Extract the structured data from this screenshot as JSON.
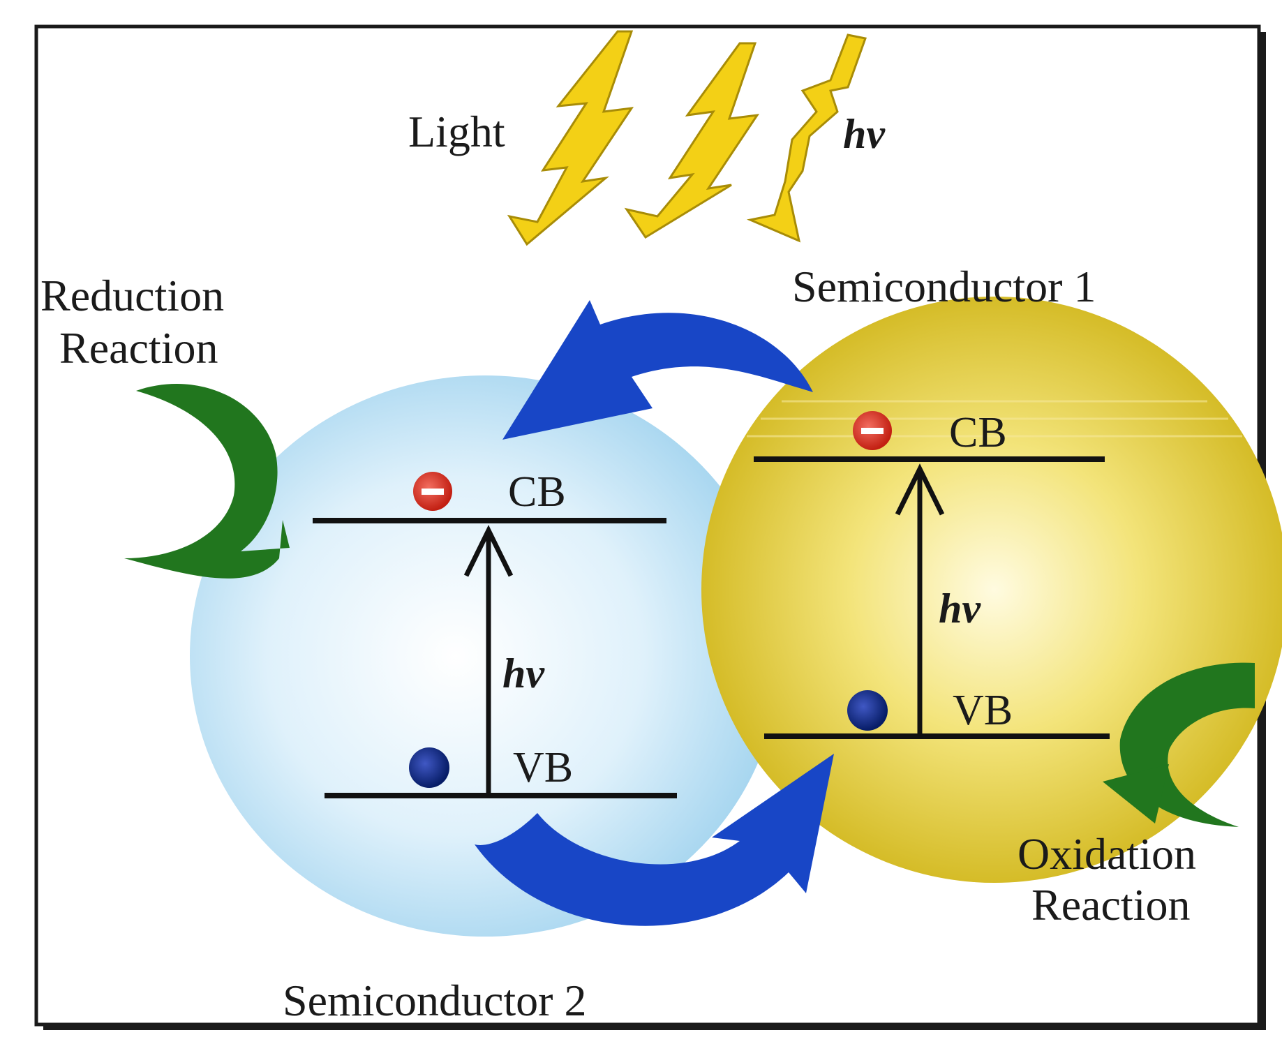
{
  "labels": {
    "light": "Light",
    "hv_top": "hv",
    "semiconductor_1": "Semiconductor 1",
    "semiconductor_2": "Semiconductor 2",
    "reduction_line1": "Reduction",
    "reduction_line2": "Reaction",
    "oxidation_line1": "Oxidation",
    "oxidation_line2": "Reaction"
  },
  "semiconductor_1": {
    "cb": "CB",
    "vb": "VB",
    "hv": "hv"
  },
  "semiconductor_2": {
    "cb": "CB",
    "vb": "VB",
    "hv": "hv"
  },
  "colors": {
    "semiconductor_1": "#e4cc1e",
    "semiconductor_2": "#b7def2",
    "transfer_arrows": "#1846c6",
    "reaction_arrows": "#21761e",
    "light_bolts": "#f3d016",
    "electron": "#d92a1e",
    "hole": "#0c2a82"
  }
}
